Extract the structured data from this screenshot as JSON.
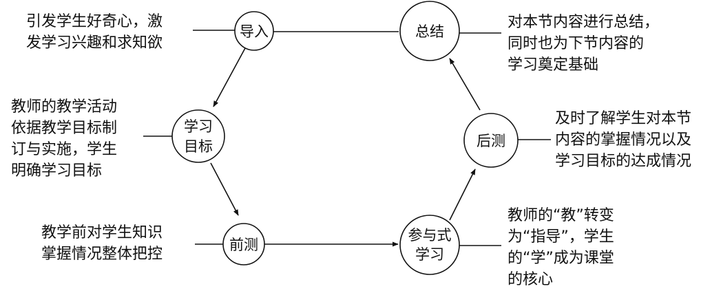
{
  "nodes": {
    "intro": [
      "导入"
    ],
    "goal": [
      "学习",
      "目标"
    ],
    "pretest": [
      "前测"
    ],
    "participatory": [
      "参与式",
      "学习"
    ],
    "posttest": [
      "后测"
    ],
    "summary": [
      "总结"
    ]
  },
  "notes": {
    "intro": [
      "引发学生好奇心，激",
      "发学习兴趣和求知欲"
    ],
    "goal": [
      "教师的教学活动",
      "依据教学目标制",
      "订与实施，学生",
      "明确学习目标"
    ],
    "pretest": [
      "教学前对学生知识",
      "掌握情况整体把控"
    ],
    "participatory": [
      "教师的“教”转变",
      "为“指导”，学生",
      "的“学”成为课堂",
      "的核心"
    ],
    "posttest": [
      "及时了解学生对本节",
      "内容的掌握情况以及",
      "学习目标的达成情况"
    ],
    "summary": [
      "对本节内容进行总结，",
      "同时也为下节内容的",
      "学习奠定基础"
    ]
  }
}
